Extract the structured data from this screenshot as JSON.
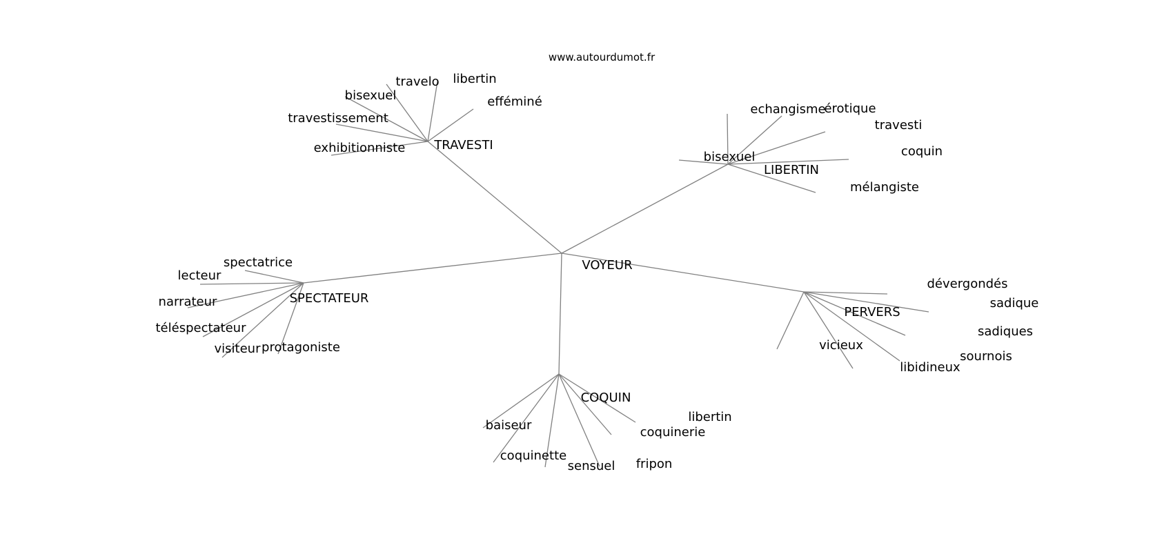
{
  "watermark": "www.autourdumot.fr",
  "colors": {
    "edge": "#808080",
    "text": "#000000",
    "background": "#ffffff"
  },
  "center": "VOYEUR",
  "nodes": [
    {
      "id": "VOYEUR",
      "label": "VOYEUR"
    },
    {
      "id": "TRAVESTI",
      "label": "TRAVESTI"
    },
    {
      "id": "LIBERTIN",
      "label": "LIBERTIN"
    },
    {
      "id": "SPECTATEUR",
      "label": "SPECTATEUR"
    },
    {
      "id": "PERVERS",
      "label": "PERVERS"
    },
    {
      "id": "COQUIN",
      "label": "COQUIN"
    },
    {
      "id": "t_travelo",
      "label": "travelo"
    },
    {
      "id": "t_libertin",
      "label": "libertin"
    },
    {
      "id": "t_bisexuel",
      "label": "bisexuel"
    },
    {
      "id": "t_effemine",
      "label": "efféminé"
    },
    {
      "id": "t_travestissement",
      "label": "travestissement"
    },
    {
      "id": "t_exhibitionniste",
      "label": "exhibitionniste"
    },
    {
      "id": "l_echangisme",
      "label": "echangisme"
    },
    {
      "id": "l_erotique",
      "label": "érotique"
    },
    {
      "id": "l_travesti",
      "label": "travesti"
    },
    {
      "id": "l_coquin",
      "label": "coquin"
    },
    {
      "id": "l_bisexuel",
      "label": "bisexuel"
    },
    {
      "id": "l_melangiste",
      "label": "mélangiste"
    },
    {
      "id": "s_spectatrice",
      "label": "spectatrice"
    },
    {
      "id": "s_lecteur",
      "label": "lecteur"
    },
    {
      "id": "s_narrateur",
      "label": "narrateur"
    },
    {
      "id": "s_telespectateur",
      "label": "téléspectateur"
    },
    {
      "id": "s_visiteur",
      "label": "visiteur"
    },
    {
      "id": "s_protagoniste",
      "label": "protagoniste"
    },
    {
      "id": "p_devergondes",
      "label": "dévergondés"
    },
    {
      "id": "p_sadique",
      "label": "sadique"
    },
    {
      "id": "p_sadiques",
      "label": "sadiques"
    },
    {
      "id": "p_sournois",
      "label": "sournois"
    },
    {
      "id": "p_libidineux",
      "label": "libidineux"
    },
    {
      "id": "p_vicieux",
      "label": "vicieux"
    },
    {
      "id": "c_baiseur",
      "label": "baiseur"
    },
    {
      "id": "c_coquinette",
      "label": "coquinette"
    },
    {
      "id": "c_sensuel",
      "label": "sensuel"
    },
    {
      "id": "c_fripon",
      "label": "fripon"
    },
    {
      "id": "c_coquinerie",
      "label": "coquinerie"
    },
    {
      "id": "c_libertin",
      "label": "libertin"
    }
  ],
  "edges": [
    [
      "VOYEUR",
      "TRAVESTI"
    ],
    [
      "VOYEUR",
      "LIBERTIN"
    ],
    [
      "VOYEUR",
      "SPECTATEUR"
    ],
    [
      "VOYEUR",
      "PERVERS"
    ],
    [
      "VOYEUR",
      "COQUIN"
    ],
    [
      "TRAVESTI",
      "t_travelo"
    ],
    [
      "TRAVESTI",
      "t_libertin"
    ],
    [
      "TRAVESTI",
      "t_bisexuel"
    ],
    [
      "TRAVESTI",
      "t_effemine"
    ],
    [
      "TRAVESTI",
      "t_travestissement"
    ],
    [
      "TRAVESTI",
      "t_exhibitionniste"
    ],
    [
      "LIBERTIN",
      "l_echangisme"
    ],
    [
      "LIBERTIN",
      "l_erotique"
    ],
    [
      "LIBERTIN",
      "l_travesti"
    ],
    [
      "LIBERTIN",
      "l_coquin"
    ],
    [
      "LIBERTIN",
      "l_bisexuel"
    ],
    [
      "LIBERTIN",
      "l_melangiste"
    ],
    [
      "SPECTATEUR",
      "s_spectatrice"
    ],
    [
      "SPECTATEUR",
      "s_lecteur"
    ],
    [
      "SPECTATEUR",
      "s_narrateur"
    ],
    [
      "SPECTATEUR",
      "s_telespectateur"
    ],
    [
      "SPECTATEUR",
      "s_visiteur"
    ],
    [
      "SPECTATEUR",
      "s_protagoniste"
    ],
    [
      "PERVERS",
      "p_devergondes"
    ],
    [
      "PERVERS",
      "p_sadique"
    ],
    [
      "PERVERS",
      "p_sadiques"
    ],
    [
      "PERVERS",
      "p_sournois"
    ],
    [
      "PERVERS",
      "p_libidineux"
    ],
    [
      "PERVERS",
      "p_vicieux"
    ],
    [
      "COQUIN",
      "c_baiseur"
    ],
    [
      "COQUIN",
      "c_coquinette"
    ],
    [
      "COQUIN",
      "c_sensuel"
    ],
    [
      "COQUIN",
      "c_fripon"
    ],
    [
      "COQUIN",
      "c_coquinerie"
    ],
    [
      "COQUIN",
      "c_libertin"
    ]
  ]
}
